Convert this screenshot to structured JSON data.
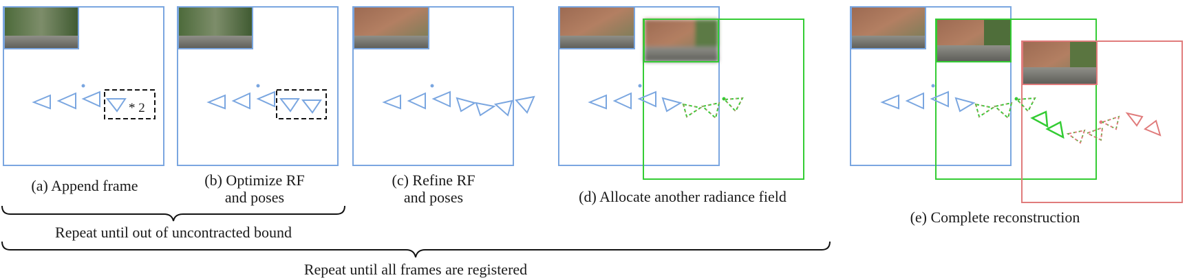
{
  "panels": [
    {
      "id": "a",
      "caption_lines": [
        "(a) Append frame"
      ],
      "multiplier_label": "* 2"
    },
    {
      "id": "b",
      "caption_lines": [
        "(b) Optimize RF",
        "and poses"
      ]
    },
    {
      "id": "c",
      "caption_lines": [
        "(c) Refine RF",
        "and poses"
      ]
    },
    {
      "id": "d",
      "caption_lines": [
        "(d) Allocate another radiance field"
      ]
    },
    {
      "id": "e",
      "caption_lines": [
        "(e) Complete reconstruction"
      ]
    }
  ],
  "braces": {
    "inner_label": "Repeat until out of uncontracted bound",
    "outer_label": "Repeat until all frames are registered"
  },
  "colors": {
    "field_1": "#7aa6e0",
    "field_2": "#33cc33",
    "field_3": "#e07b7b",
    "dashed_box": "#111111",
    "text": "#1a1a1a"
  },
  "icons": [
    "camera-frustum-icon",
    "camera-center-dot-icon",
    "keyframe-thumbnail-icon"
  ]
}
